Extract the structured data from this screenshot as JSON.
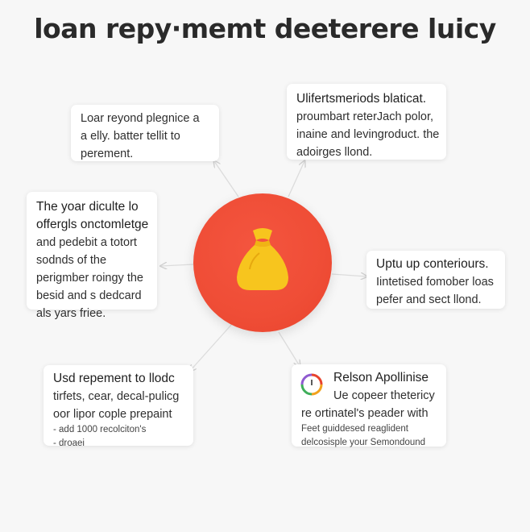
{
  "title": "loan repy·memt deeterere luicy",
  "hub": {
    "icon": "money-bag-icon",
    "color": "#ef4d36",
    "icon_color": "#f7c51e"
  },
  "cards": [
    {
      "lines": [
        "Loar reyond plegnice a",
        "a elly. batter tellit to",
        "perement."
      ]
    },
    {
      "lines": [
        "Ulifertsmeriods blaticat.",
        "proumbart reterJach polor,",
        "inaine and levingroduct. the",
        "adoirges llond."
      ]
    },
    {
      "lines": [
        "The yoar diculte lo",
        "offergls onctomletge",
        "and pedebit a totort",
        "sodnds of the",
        "perigmber roingy the",
        "besid and s dedcard",
        "als yars friee."
      ]
    },
    {
      "lines": [
        "Uptu up conteriours.",
        "Iintetised fomober loas",
        "pefer and sect llond."
      ]
    },
    {
      "lines": [
        "Usd repement to llodc",
        "tirfets, cear, decal-pulicg",
        "oor lipor cople prepaint"
      ],
      "small_lines": [
        "- add 1000 recolciton's",
        "- droaei"
      ]
    },
    {
      "icon": "status-ring-icon",
      "lines": [
        "Relson Apollinise",
        "Ue copeer thetericy",
        "re ortinatel's peader with"
      ],
      "small_lines": [
        "Feet guiddesed reaglident",
        "delcosisple your Semondound"
      ]
    }
  ]
}
